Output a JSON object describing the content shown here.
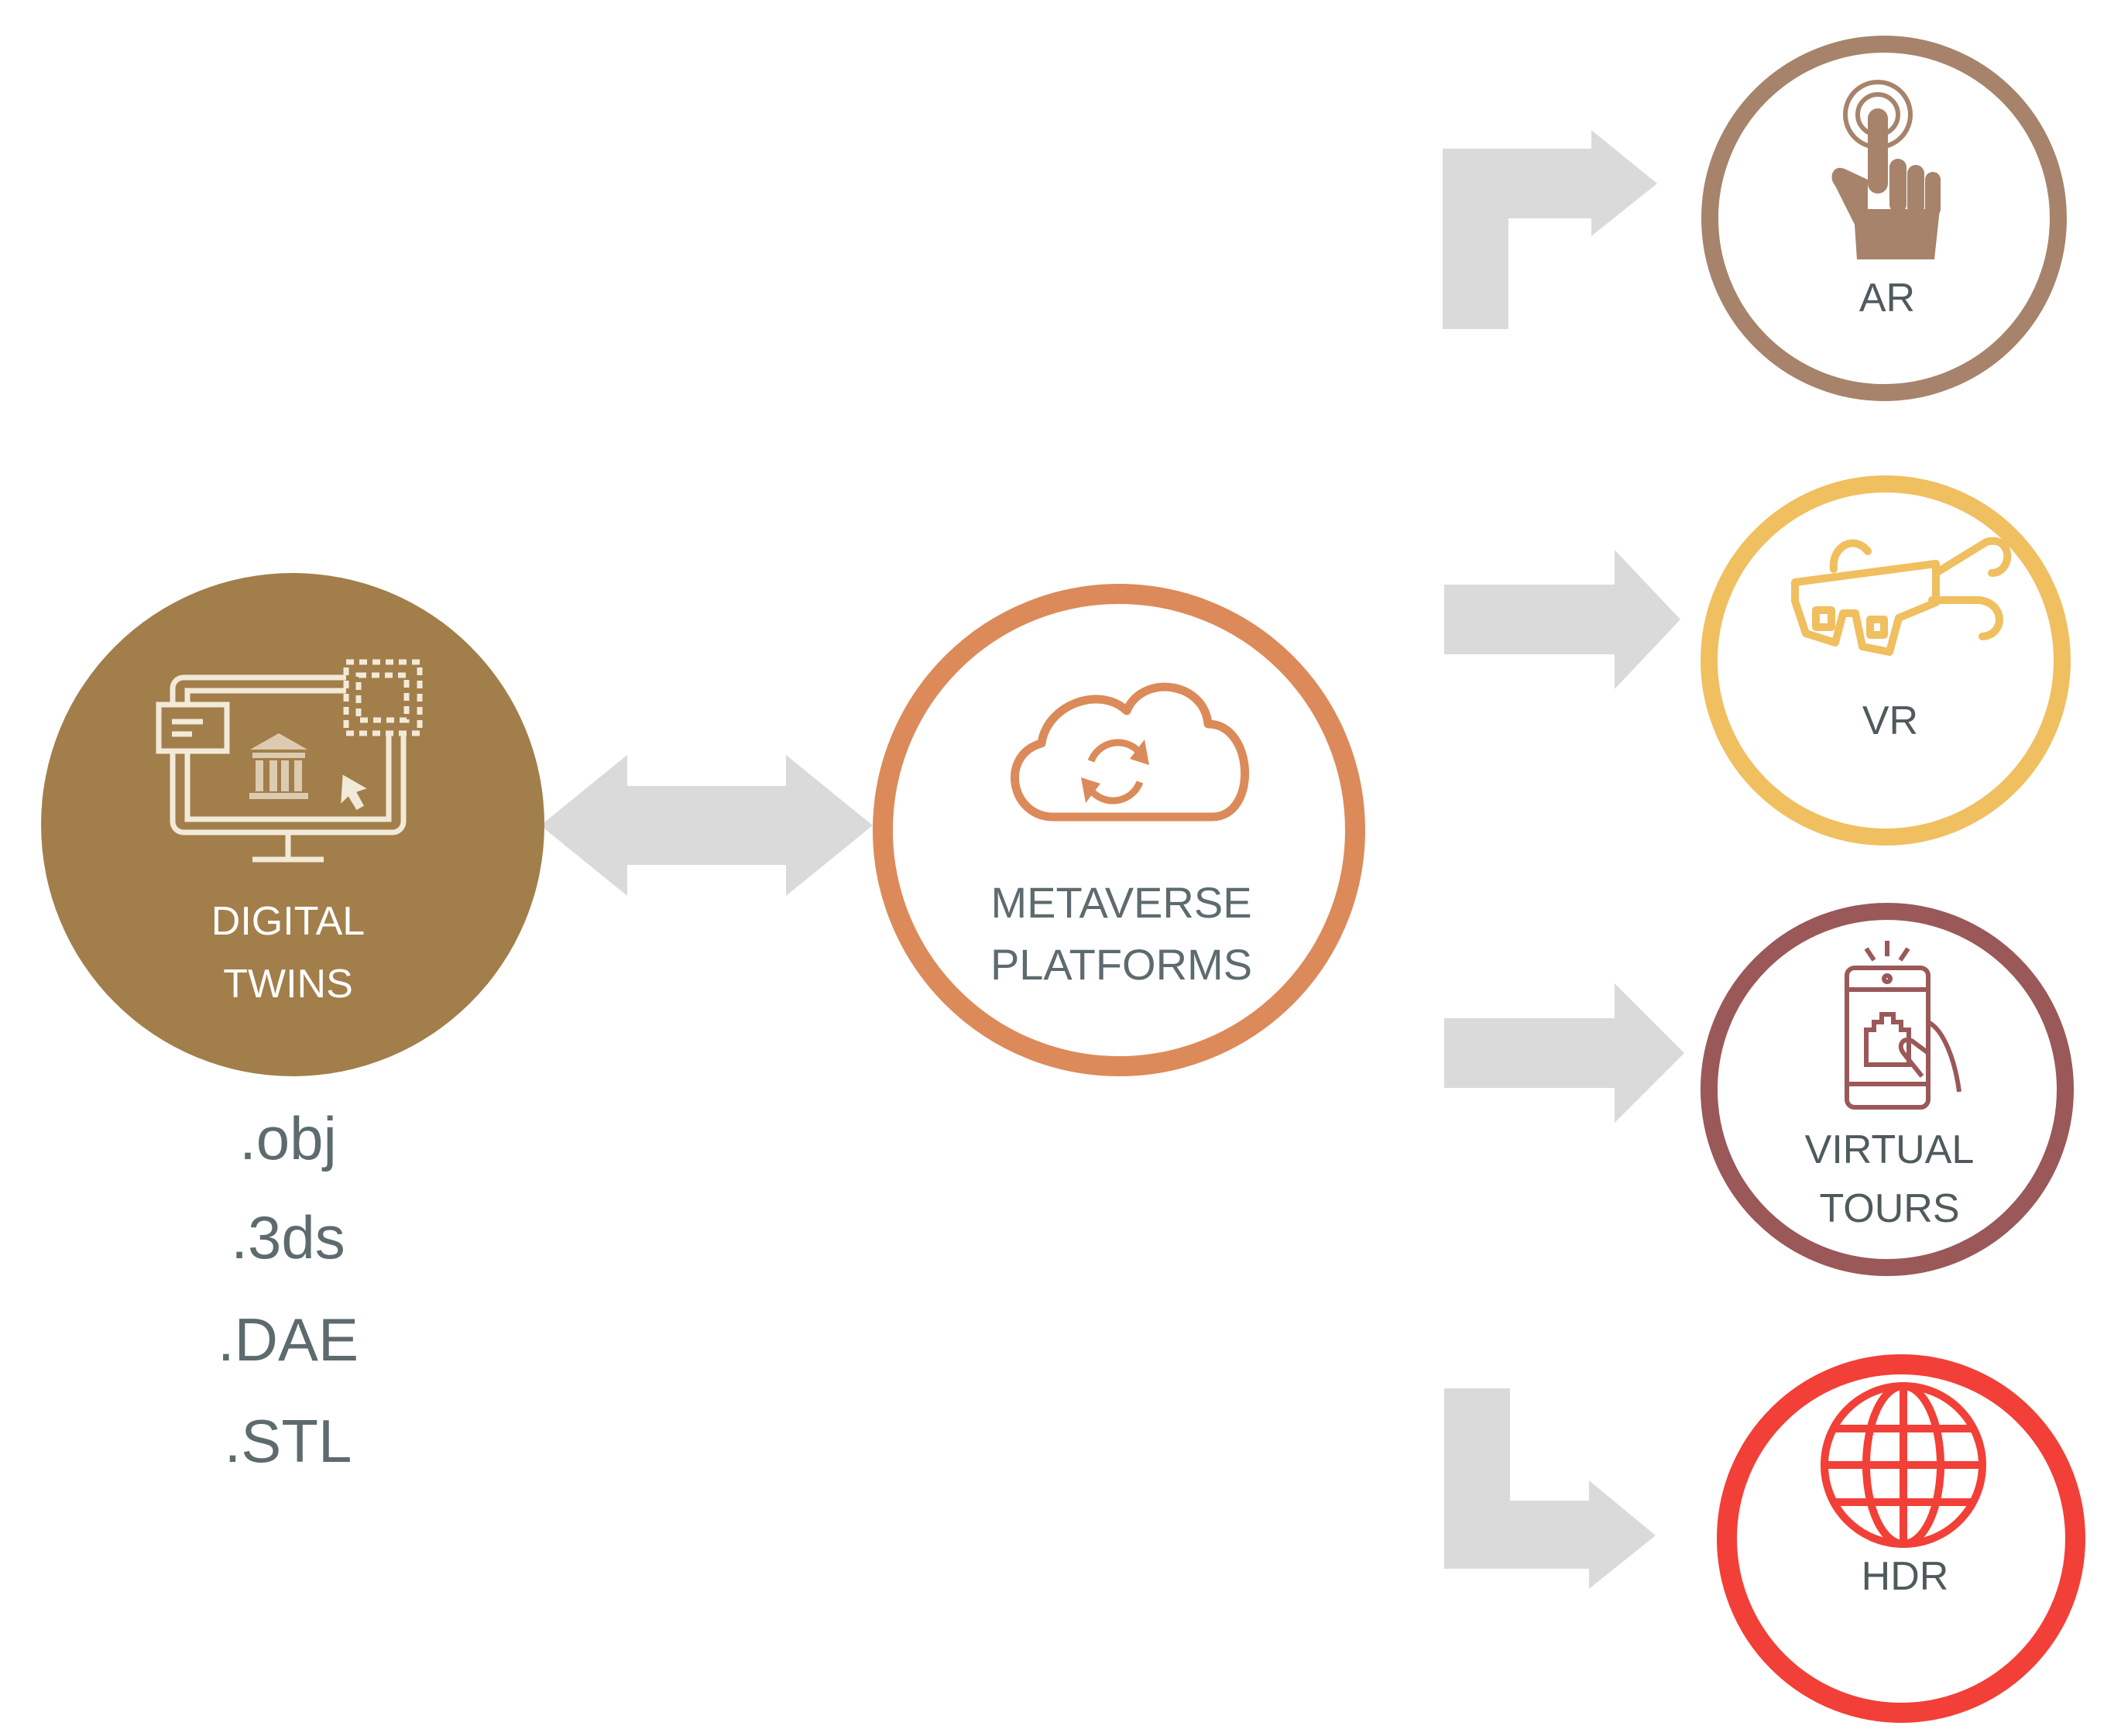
{
  "digital_twins": {
    "label_line1": "DIGITAL",
    "label_line2": "TWINS",
    "icon": "monitor-museum-icon",
    "color": "#a27e4b",
    "formats": [
      ".obj",
      ".3ds",
      ".DAE",
      ".STL"
    ]
  },
  "metaverse": {
    "label_line1": "METAVERSE",
    "label_line2": "PLATFORMS",
    "icon": "cloud-sync-icon",
    "color": "#dc8a5a"
  },
  "outputs": [
    {
      "label_line1": "AR",
      "label_line2": "",
      "icon": "touch-hand-icon",
      "color": "#a6836a"
    },
    {
      "label_line1": "VR",
      "label_line2": "",
      "icon": "3d-glasses-icon",
      "color": "#f0bf5f"
    },
    {
      "label_line1": "VIRTUAL",
      "label_line2": "TOURS",
      "icon": "phone-castle-icon",
      "color": "#9a5858"
    },
    {
      "label_line1": "HDR",
      "label_line2": "",
      "icon": "globe-icon",
      "color": "#f23f37"
    }
  ],
  "arrow_color": "#dadada"
}
